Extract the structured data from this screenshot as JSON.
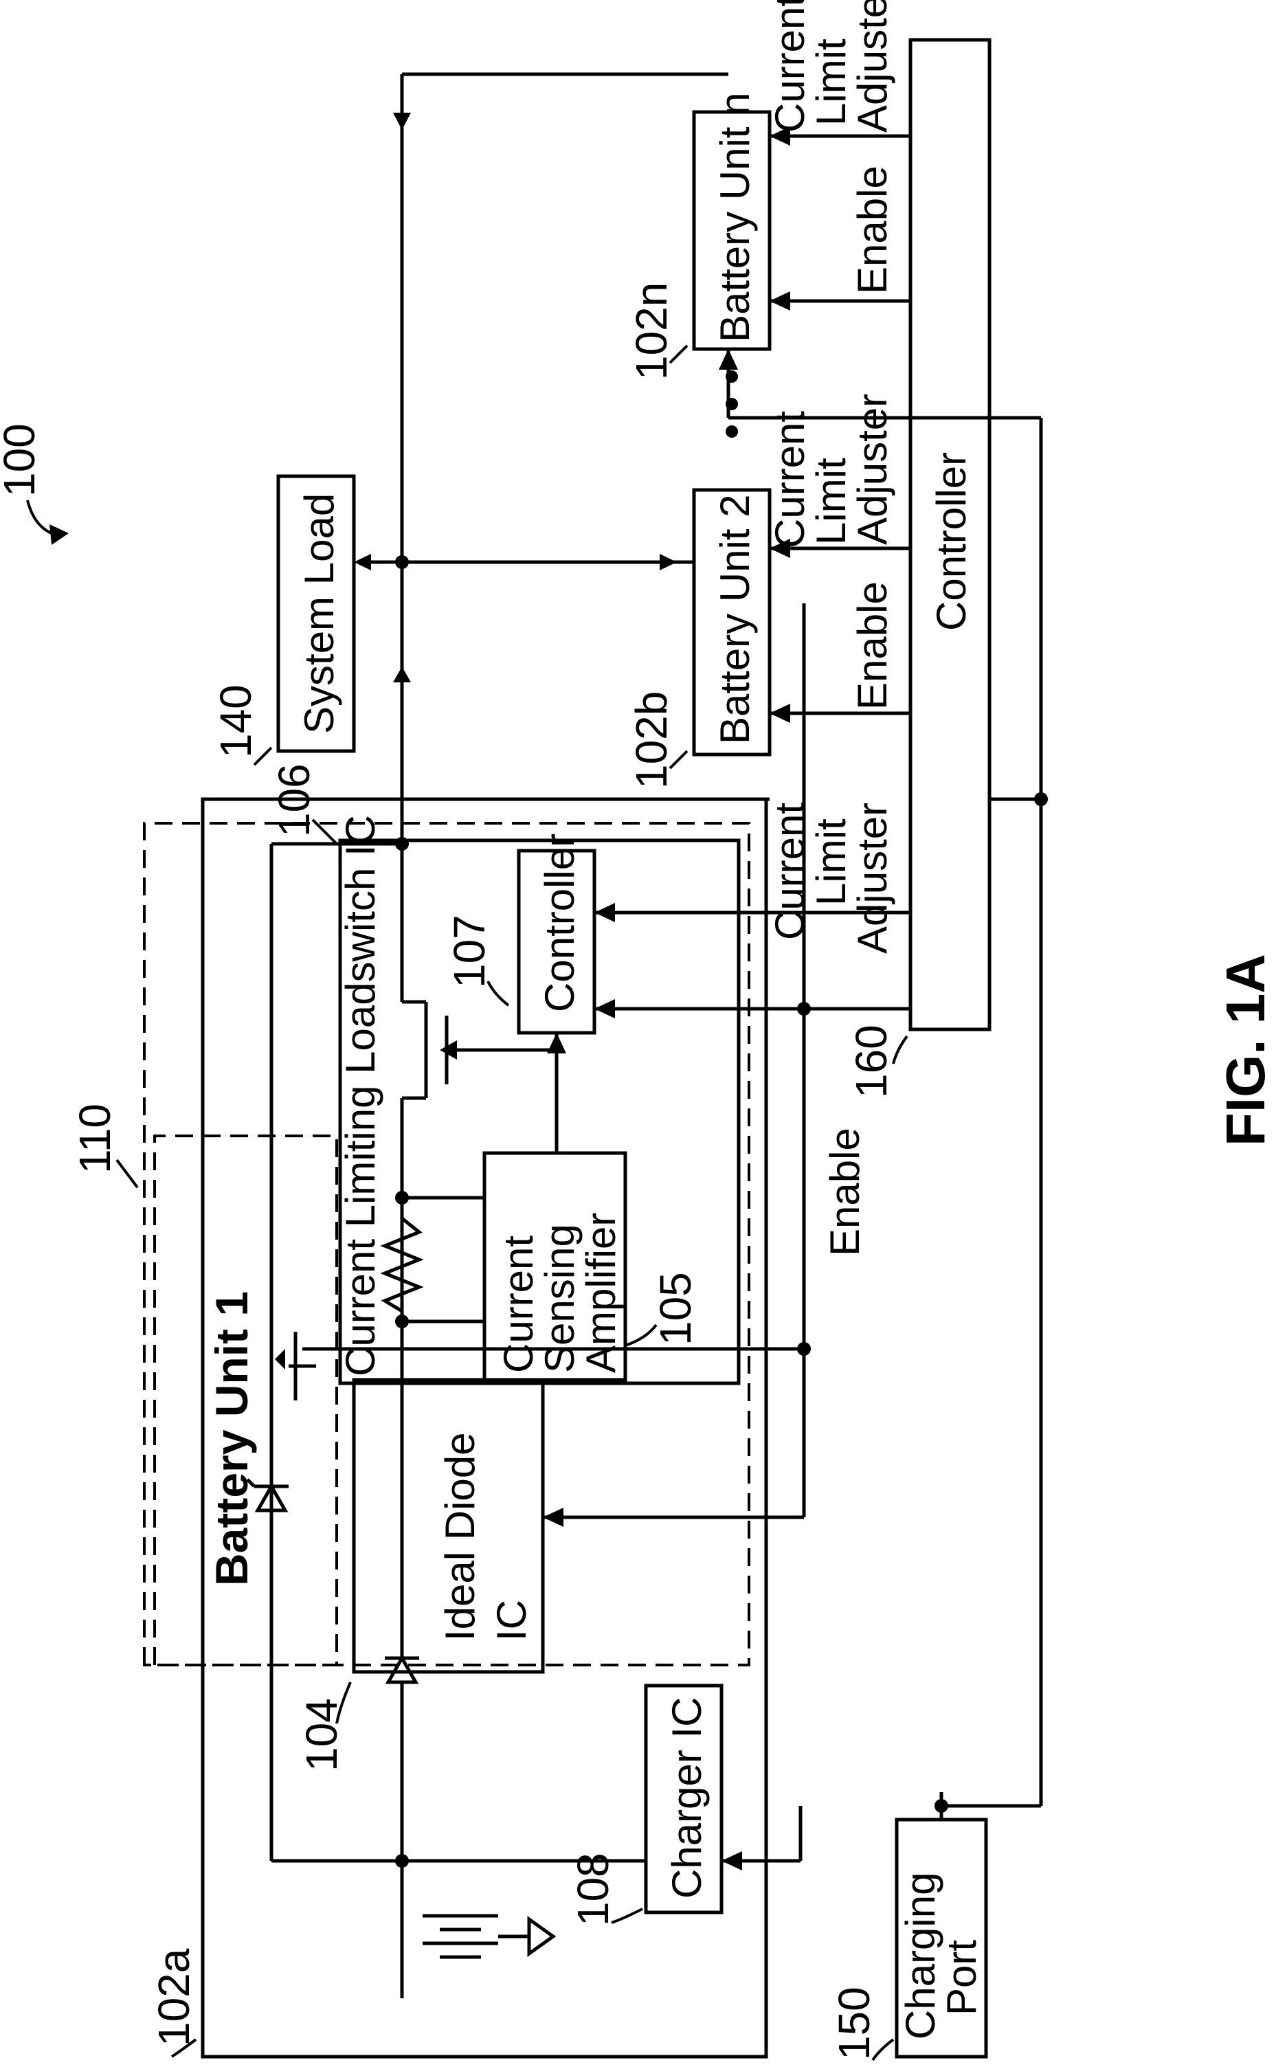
{
  "figure": {
    "title": "FIG. 1A",
    "system_ref": "100"
  },
  "battery_unit_1": {
    "ref": "102a",
    "label": "Battery Unit 1",
    "group_ref": "110"
  },
  "ideal_diode_ic": {
    "ref": "104",
    "label_line1": "Ideal Diode",
    "label_line2": "IC"
  },
  "loadswitch_ic": {
    "ref": "106",
    "label": "Current Limiting Loadswitch IC"
  },
  "current_sensing_amplifier": {
    "ref": "105",
    "line1": "Current",
    "line2": "Sensing",
    "line3": "Amplifier"
  },
  "inner_controller": {
    "ref": "107",
    "label": "Controller"
  },
  "charger_ic": {
    "ref": "108",
    "label": "Charger IC"
  },
  "system_load": {
    "ref": "140",
    "label": "System Load"
  },
  "charging_port": {
    "ref": "150",
    "line1": "Charging",
    "line2": "Port"
  },
  "main_controller": {
    "ref": "160",
    "label": "Controller"
  },
  "battery_unit_2": {
    "ref": "102b",
    "label": "Battery Unit 2"
  },
  "battery_unit_n": {
    "ref": "102n",
    "label": "Battery Unit n"
  },
  "signals": {
    "enable": "Enable",
    "current": "Current",
    "limit": "Limit",
    "adjuster": "Adjuster"
  }
}
